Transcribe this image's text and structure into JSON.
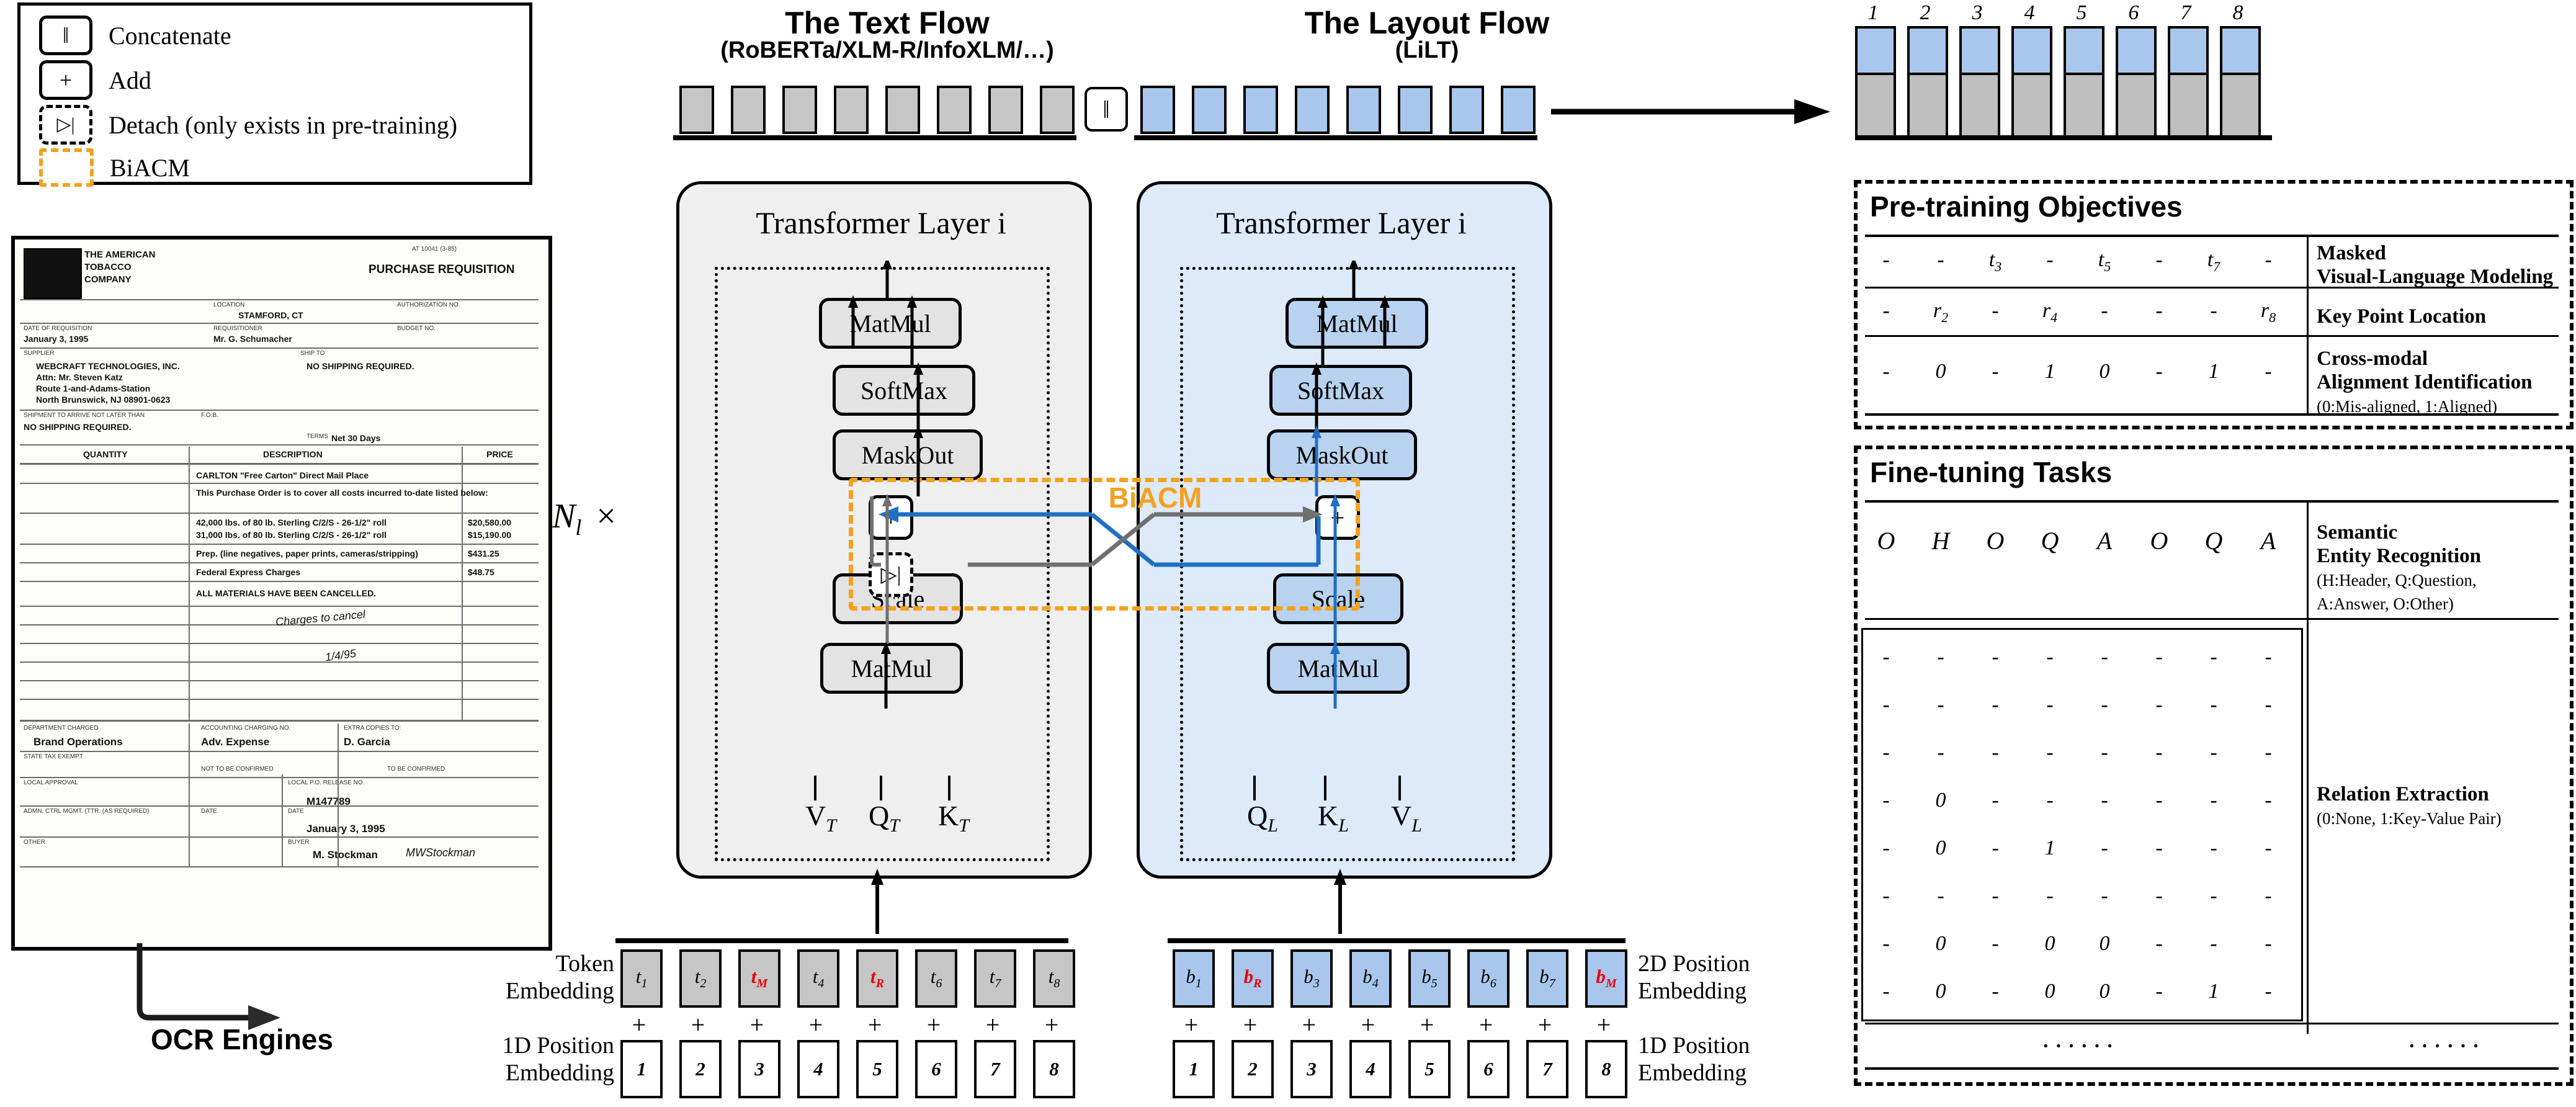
{
  "legend": {
    "items": [
      {
        "icon": "concat-icon",
        "glyph": "‖",
        "label": "Concatenate",
        "style": "solid"
      },
      {
        "icon": "add-icon",
        "glyph": "+",
        "label": "Add",
        "style": "solid"
      },
      {
        "icon": "detach-icon",
        "glyph": "▷|",
        "label": "Detach (only exists in pre-training)",
        "style": "dashed"
      },
      {
        "icon": "biacm-icon",
        "glyph": "",
        "label": "BiACM",
        "style": "orange-dashed"
      }
    ]
  },
  "document": {
    "company": "THE AMERICAN TOBACCO COMPANY",
    "form_title": "PURCHASE REQUISITION",
    "code": "AT 10041 (3-85)",
    "fields": {
      "location_label": "LOCATION",
      "location_value": "STAMFORD, CT",
      "auth_label": "AUTHORIZATION NO.",
      "date_label": "DATE OF REQUISITION",
      "date_value": "January 3, 1995",
      "req_label": "REQUISITIONER",
      "req_value": "Mr. G. Schumacher",
      "budget_label": "BUDGET NO.",
      "supplier_label": "SUPPLIER",
      "ship_label": "SHIP TO",
      "supplier_value": "WEBCRAFT TECHNOLOGIES, INC.",
      "supplier_attn": "Attn: Mr. Steven Katz",
      "supplier_addr1": "Route 1-and-Adams-Station",
      "supplier_addr2": "North Brunswick, NJ 08901-0623",
      "ship_value": "NO SHIPPING REQUIRED.",
      "arrive_label": "SHIPMENT TO ARRIVE NOT LATER THAN",
      "arrive_value": "NO SHIPPING REQUIRED.",
      "fob_label": "F.O.B.",
      "terms_label": "TERMS",
      "terms_value": "Net 30 Days"
    },
    "table_headers": [
      "QUANTITY",
      "DESCRIPTION",
      "PRICE"
    ],
    "rows": [
      {
        "desc": "CARLTON \"Free Carton\" Direct Mail Place",
        "price": ""
      },
      {
        "desc": "This Purchase Order is to cover all costs incurred to-date listed below:",
        "price": ""
      },
      {
        "desc": "42,000 lbs. of 80 lb. Sterling C/2/S - 26-1/2\" roll",
        "price": "$20,580.00"
      },
      {
        "desc": "31,000 lbs. of 80 lb. Sterling C/2/S - 26-1/2\" roll",
        "price": "$15,190.00"
      },
      {
        "desc": "Prep. (line negatives, paper prints, cameras/stripping)",
        "price": "$431.25"
      },
      {
        "desc": "Federal Express Charges",
        "price": "$48.75"
      },
      {
        "desc": "ALL MATERIALS HAVE BEEN CANCELLED.",
        "price": ""
      }
    ],
    "handwriting": [
      "Charges to cancel",
      "1/4/95"
    ],
    "footer": {
      "dept_label": "DEPARTMENT CHARGED",
      "dept_value": "Brand Operations",
      "acct_label": "ACCOUNTING CHARGING NO.",
      "acct_value": "Adv. Expense",
      "extra_label": "EXTRA COPIES TO:",
      "extra_value": "D. Garcia",
      "state_label": "STATE TAX EXEMPT",
      "copy_note": "NOT TO BE CONFIRMED",
      "confirm_note": "TO BE CONFIRMED",
      "local_label": "LOCAL APPROVAL",
      "admn_label": "ADMN. CTRL MGMT. (TTR. (AS REQUIRED)",
      "local_po_label": "LOCAL P.O. RELEASE NO.",
      "local_po_value": "M147789",
      "date_label": "DATE",
      "date_value": "January 3, 1995",
      "other_label": "OTHER",
      "buyer_label": "BUYER",
      "buyer_value": "M. Stockman"
    }
  },
  "ocr_arrow_label": "OCR Engines",
  "text_flow": {
    "title": "The Text Flow",
    "subtitle": "(RoBERTa/XLM-R/InfoXLM/…)",
    "layer_title": "Transformer Layer i",
    "ops": [
      "MatMul",
      "SoftMax",
      "MaskOut",
      "Scale",
      "MatMul"
    ],
    "inputs": [
      "V",
      "Q",
      "K"
    ],
    "input_sub": "T"
  },
  "layout_flow": {
    "title": "The Layout Flow",
    "subtitle": "(LiLT)",
    "layer_title": "Transformer Layer i",
    "ops": [
      "MatMul",
      "SoftMax",
      "MaskOut",
      "Scale",
      "MatMul"
    ],
    "inputs": [
      "Q",
      "K",
      "V"
    ],
    "input_sub": "L"
  },
  "biacm_label": "BiACM",
  "repeat_label": "N",
  "repeat_sub": "l",
  "repeat_times": "×",
  "concat_glyph": "‖",
  "embeddings": {
    "token_label": "Token\nEmbedding",
    "pos1d_left_label": "1D Position\nEmbedding",
    "pos2d_label": "2D Position\nEmbedding",
    "pos1d_right_label": "1D Position\nEmbedding",
    "plus": "+",
    "text_tokens": [
      {
        "base": "t",
        "sub": "1",
        "red": false
      },
      {
        "base": "t",
        "sub": "2",
        "red": false
      },
      {
        "base": "t",
        "sub": "M",
        "red": true
      },
      {
        "base": "t",
        "sub": "4",
        "red": false
      },
      {
        "base": "t",
        "sub": "R",
        "red": true
      },
      {
        "base": "t",
        "sub": "6",
        "red": false
      },
      {
        "base": "t",
        "sub": "7",
        "red": false
      },
      {
        "base": "t",
        "sub": "8",
        "red": false
      }
    ],
    "layout_tokens": [
      {
        "base": "b",
        "sub": "1",
        "red": false
      },
      {
        "base": "b",
        "sub": "R",
        "red": true
      },
      {
        "base": "b",
        "sub": "3",
        "red": false
      },
      {
        "base": "b",
        "sub": "4",
        "red": false
      },
      {
        "base": "b",
        "sub": "5",
        "red": false
      },
      {
        "base": "b",
        "sub": "6",
        "red": false
      },
      {
        "base": "b",
        "sub": "7",
        "red": false
      },
      {
        "base": "b",
        "sub": "M",
        "red": true
      }
    ],
    "positions": [
      "1",
      "2",
      "3",
      "4",
      "5",
      "6",
      "7",
      "8"
    ]
  },
  "output_bars": {
    "indices": [
      "1",
      "2",
      "3",
      "4",
      "5",
      "6",
      "7",
      "8"
    ],
    "top_color": "#a9c7ec",
    "bottom_color": "#bfbfbf",
    "top_fraction": 0.42
  },
  "pretraining": {
    "title": "Pre-training Objectives",
    "rows": [
      {
        "cells": [
          {
            "base": "-",
            "sub": ""
          },
          {
            "base": "-",
            "sub": ""
          },
          {
            "base": "t",
            "sub": "3"
          },
          {
            "base": "-",
            "sub": ""
          },
          {
            "base": "t",
            "sub": "5"
          },
          {
            "base": "-",
            "sub": ""
          },
          {
            "base": "t",
            "sub": "7"
          },
          {
            "base": "-",
            "sub": ""
          }
        ],
        "name": "Masked\nVisual-Language Modeling",
        "note": ""
      },
      {
        "cells": [
          {
            "base": "-",
            "sub": ""
          },
          {
            "base": "r",
            "sub": "2"
          },
          {
            "base": "-",
            "sub": ""
          },
          {
            "base": "r",
            "sub": "4"
          },
          {
            "base": "-",
            "sub": ""
          },
          {
            "base": "-",
            "sub": ""
          },
          {
            "base": "-",
            "sub": ""
          },
          {
            "base": "r",
            "sub": "8"
          }
        ],
        "name": "Key Point Location",
        "note": ""
      },
      {
        "cells": [
          {
            "base": "-",
            "sub": ""
          },
          {
            "base": "0",
            "sub": ""
          },
          {
            "base": "-",
            "sub": ""
          },
          {
            "base": "1",
            "sub": ""
          },
          {
            "base": "0",
            "sub": ""
          },
          {
            "base": "-",
            "sub": ""
          },
          {
            "base": "1",
            "sub": ""
          },
          {
            "base": "-",
            "sub": ""
          }
        ],
        "name": "Cross-modal\nAlignment Identification",
        "note": "(0:Mis-aligned, 1:Aligned)"
      }
    ]
  },
  "finetuning": {
    "title": "Fine-tuning Tasks",
    "ser_row": [
      "O",
      "H",
      "O",
      "Q",
      "A",
      "O",
      "Q",
      "A"
    ],
    "ser_name": "Semantic\nEntity Recognition",
    "ser_note": "(H:Header, Q:Question,\n A:Answer, O:Other)",
    "re_matrix": [
      [
        "-",
        "-",
        "-",
        "-",
        "-",
        "-",
        "-",
        "-"
      ],
      [
        "-",
        "-",
        "-",
        "-",
        "-",
        "-",
        "-",
        "-"
      ],
      [
        "-",
        "-",
        "-",
        "-",
        "-",
        "-",
        "-",
        "-"
      ],
      [
        "-",
        "0",
        "-",
        "-",
        "-",
        "-",
        "-",
        "-"
      ],
      [
        "-",
        "0",
        "-",
        "1",
        "-",
        "-",
        "-",
        "-"
      ],
      [
        "-",
        "-",
        "-",
        "-",
        "-",
        "-",
        "-",
        "-"
      ],
      [
        "-",
        "0",
        "-",
        "0",
        "0",
        "-",
        "-",
        "-"
      ],
      [
        "-",
        "0",
        "-",
        "0",
        "0",
        "-",
        "1",
        "-"
      ]
    ],
    "re_name": "Relation Extraction",
    "re_note": "(0:None, 1:Key-Value Pair)",
    "ellipsis_left": "······",
    "ellipsis_right": "······"
  },
  "colors": {
    "accent_orange": "#f5a11f",
    "text_panel": "#efefef",
    "layout_panel": "#dceafa",
    "token_gray": "#c6c6c6",
    "token_blue": "#a9c7ec",
    "red": "#e8000d",
    "flow_blue": "#1f6fc4",
    "flow_gray": "#707070"
  }
}
